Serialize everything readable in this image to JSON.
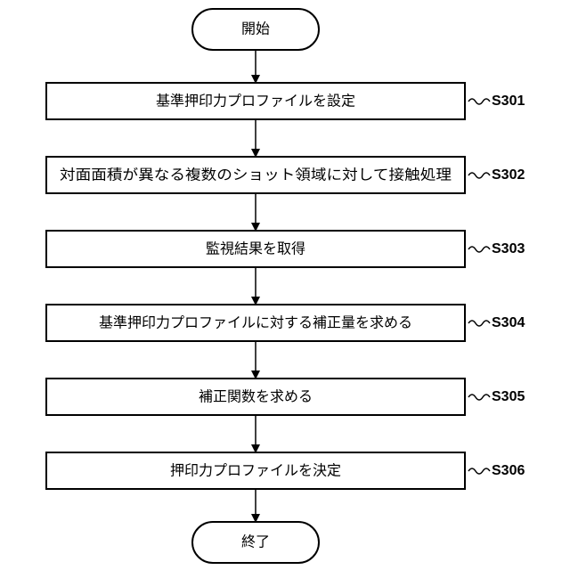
{
  "start_label": "開始",
  "end_label": "終了",
  "steps": [
    {
      "text": "基準押印力プロファイルを設定",
      "label": "S301"
    },
    {
      "text": "対面面積が異なる複数のショット領域に対して接触処理",
      "label": "S302"
    },
    {
      "text": "監視結果を取得",
      "label": "S303"
    },
    {
      "text": "基準押印力プロファイルに対する補正量を求める",
      "label": "S304"
    },
    {
      "text": "補正関数を求める",
      "label": "S305"
    },
    {
      "text": "押印力プロファイルを決定",
      "label": "S306"
    }
  ]
}
